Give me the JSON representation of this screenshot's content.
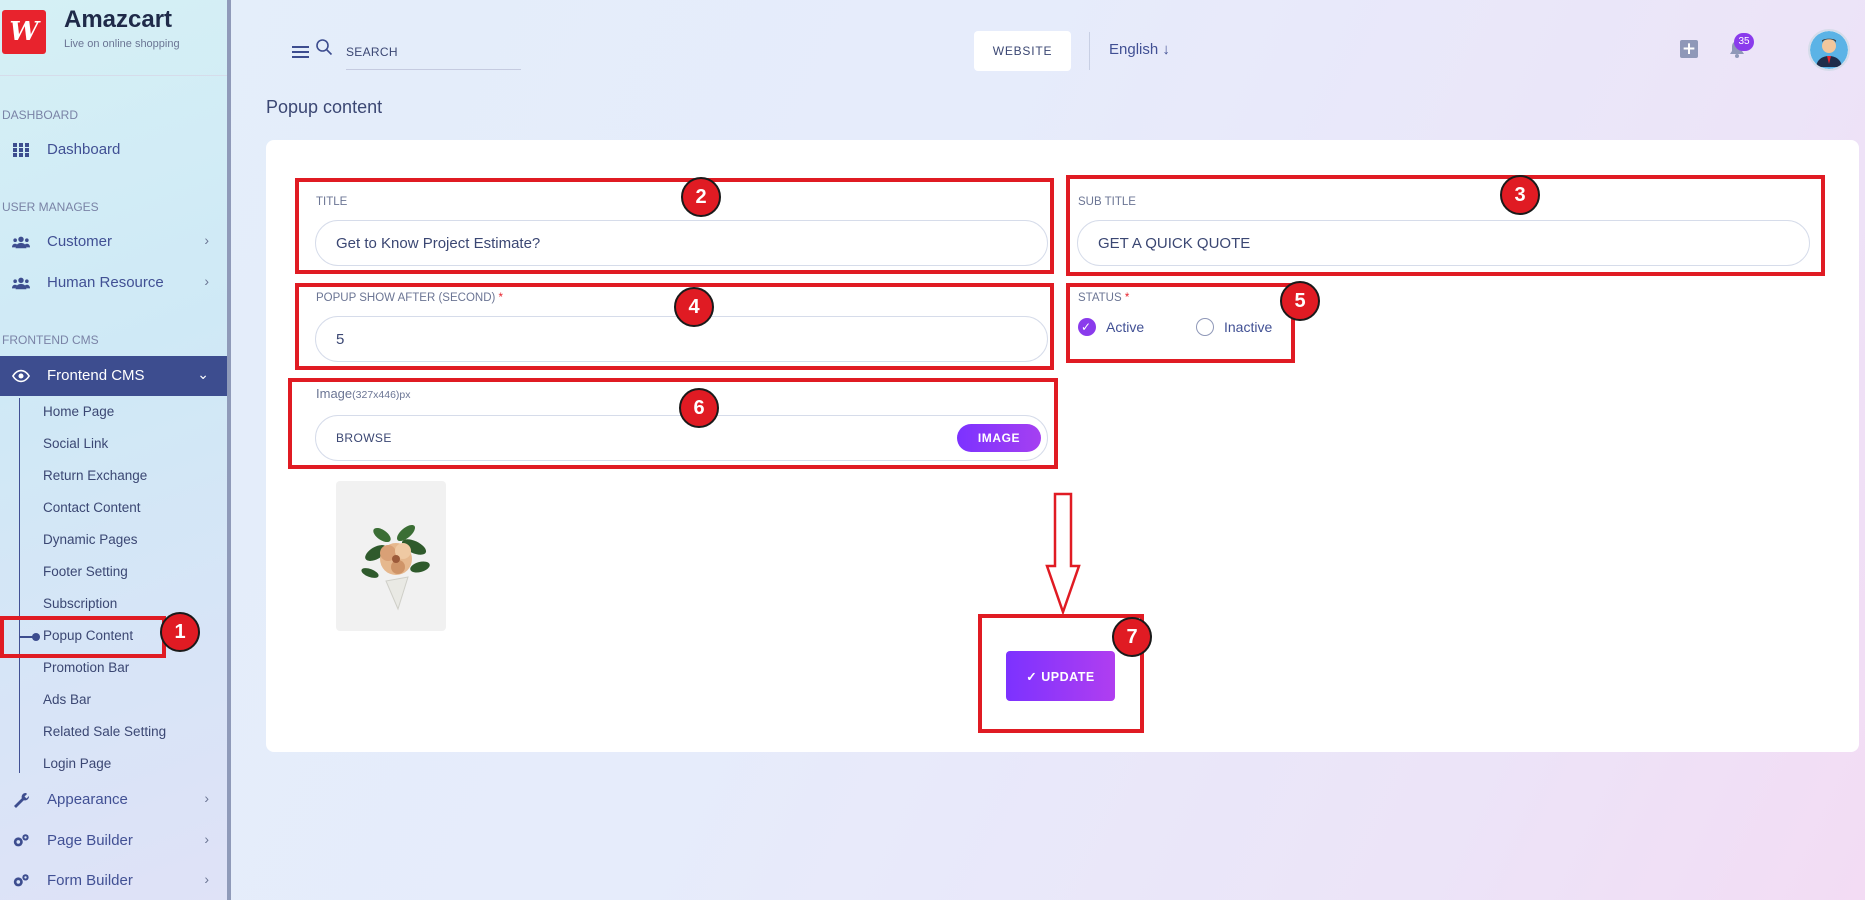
{
  "brand": {
    "name": "Amazcart",
    "tagline": "Live on online shopping",
    "logo_text": "W"
  },
  "sidebar": {
    "sections": {
      "dashboard": "DASHBOARD",
      "user_manages": "USER MANAGES",
      "frontend_cms": "FRONTEND CMS"
    },
    "items": {
      "dashboard": "Dashboard",
      "customer": "Customer",
      "human_resource": "Human Resource",
      "frontend_cms": "Frontend CMS",
      "appearance": "Appearance",
      "page_builder": "Page Builder",
      "form_builder": "Form Builder"
    },
    "sub_items": [
      "Home Page",
      "Social Link",
      "Return Exchange",
      "Contact Content",
      "Dynamic Pages",
      "Footer Setting",
      "Subscription",
      "Popup Content",
      "Promotion Bar",
      "Ads Bar",
      "Related Sale Setting",
      "Login Page"
    ],
    "active_sub": "Popup Content"
  },
  "topbar": {
    "search_placeholder": "SEARCH",
    "website_label": "WEBSITE",
    "language": "English ↓",
    "notification_count": "35"
  },
  "page": {
    "title": "Popup content"
  },
  "form": {
    "title_label": "TITLE",
    "title_value": "Get to Know Project Estimate?",
    "subtitle_label": "SUB TITLE",
    "subtitle_value": "GET A QUICK QUOTE",
    "popup_after_label": "POPUP SHOW AFTER (SECOND)",
    "popup_after_value": "5",
    "status_label": "STATUS",
    "required_mark": "*",
    "status_active": "Active",
    "status_inactive": "Inactive",
    "image_label": "Image",
    "image_hint": "(327x446)px",
    "browse_label": "BROWSE",
    "image_button": "IMAGE",
    "update_button": "✓ UPDATE"
  },
  "annotations": [
    "1",
    "2",
    "3",
    "4",
    "5",
    "6",
    "7"
  ],
  "colors": {
    "accent": "#8a3bec",
    "nav_active": "#3d4d8f",
    "annotation": "#e01b23"
  }
}
